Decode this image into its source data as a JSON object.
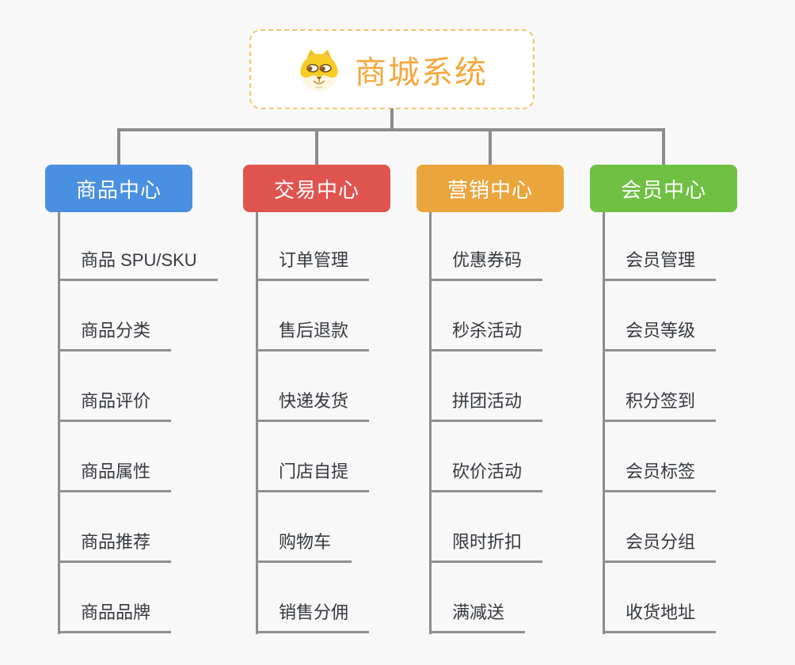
{
  "canvas": {
    "background_color": "#f8f8f8",
    "connector_color": "#8c8c8c"
  },
  "root": {
    "title": "商城系统",
    "text_color": "#f5a83c",
    "border_color": "#f3c573",
    "background_color": "#ffffff",
    "icon": "dog-face-icon"
  },
  "branches": [
    {
      "title": "商品中心",
      "color": "#4a90e2",
      "items": [
        "商品 SPU/SKU",
        "商品分类",
        "商品评价",
        "商品属性",
        "商品推荐",
        "商品品牌"
      ]
    },
    {
      "title": "交易中心",
      "color": "#e05450",
      "items": [
        "订单管理",
        "售后退款",
        "快递发货",
        "门店自提",
        "购物车",
        "销售分佣"
      ]
    },
    {
      "title": "营销中心",
      "color": "#eaa53c",
      "items": [
        "优惠券码",
        "秒杀活动",
        "拼团活动",
        "砍价活动",
        "限时折扣",
        "满减送"
      ]
    },
    {
      "title": "会员中心",
      "color": "#6fc043",
      "items": [
        "会员管理",
        "会员等级",
        "积分签到",
        "会员标签",
        "会员分组",
        "收货地址"
      ]
    }
  ]
}
